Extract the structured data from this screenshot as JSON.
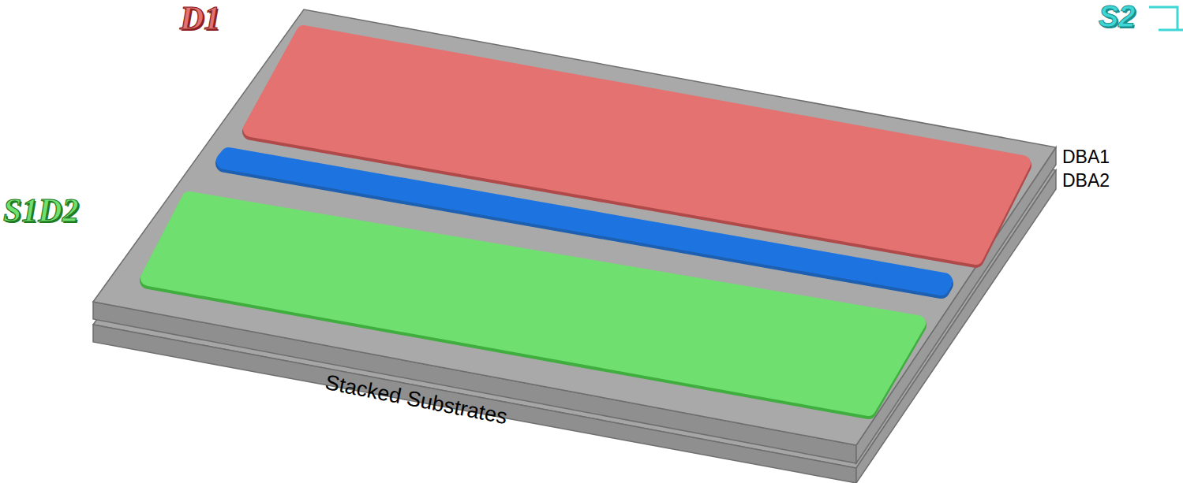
{
  "diagram": {
    "nodes": [
      {
        "text": [
          "D1"
        ]
      },
      {
        "text": [
          "S1D2"
        ]
      }
    ],
    "labels": [
      "S2",
      "DBA1",
      "DBA2",
      "Stacked Substrates"
    ]
  }
}
